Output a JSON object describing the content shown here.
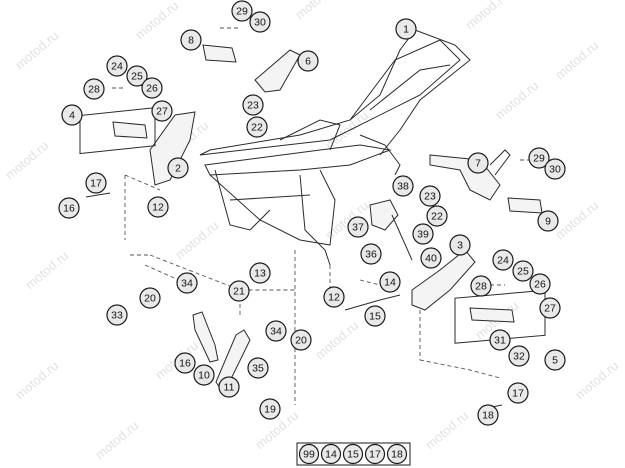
{
  "diagram": {
    "watermark_text": "motod.ru",
    "callouts": [
      {
        "id": "c1",
        "label": "1"
      },
      {
        "id": "c2",
        "label": "2"
      },
      {
        "id": "c3",
        "label": "3"
      },
      {
        "id": "c4",
        "label": "4"
      },
      {
        "id": "c5",
        "label": "5"
      },
      {
        "id": "c6",
        "label": "6"
      },
      {
        "id": "c7",
        "label": "7"
      },
      {
        "id": "c8",
        "label": "8"
      },
      {
        "id": "c9",
        "label": "9"
      },
      {
        "id": "c10",
        "label": "10"
      },
      {
        "id": "c11",
        "label": "11"
      },
      {
        "id": "c12a",
        "label": "12"
      },
      {
        "id": "c12b",
        "label": "12"
      },
      {
        "id": "c13",
        "label": "13"
      },
      {
        "id": "c14",
        "label": "14"
      },
      {
        "id": "c15",
        "label": "15"
      },
      {
        "id": "c16a",
        "label": "16"
      },
      {
        "id": "c16b",
        "label": "16"
      },
      {
        "id": "c17a",
        "label": "17"
      },
      {
        "id": "c17b",
        "label": "17"
      },
      {
        "id": "c18",
        "label": "18"
      },
      {
        "id": "c19",
        "label": "19"
      },
      {
        "id": "c20a",
        "label": "20"
      },
      {
        "id": "c20b",
        "label": "20"
      },
      {
        "id": "c21",
        "label": "21"
      },
      {
        "id": "c22a",
        "label": "22"
      },
      {
        "id": "c22b",
        "label": "22"
      },
      {
        "id": "c23a",
        "label": "23"
      },
      {
        "id": "c23b",
        "label": "23"
      },
      {
        "id": "c24a",
        "label": "24"
      },
      {
        "id": "c24b",
        "label": "24"
      },
      {
        "id": "c25a",
        "label": "25"
      },
      {
        "id": "c25b",
        "label": "25"
      },
      {
        "id": "c26a",
        "label": "26"
      },
      {
        "id": "c26b",
        "label": "26"
      },
      {
        "id": "c27a",
        "label": "27"
      },
      {
        "id": "c27b",
        "label": "27"
      },
      {
        "id": "c28a",
        "label": "28"
      },
      {
        "id": "c28b",
        "label": "28"
      },
      {
        "id": "c29a",
        "label": "29"
      },
      {
        "id": "c29b",
        "label": "29"
      },
      {
        "id": "c30a",
        "label": "30"
      },
      {
        "id": "c30b",
        "label": "30"
      },
      {
        "id": "c31",
        "label": "31"
      },
      {
        "id": "c32",
        "label": "32"
      },
      {
        "id": "c33",
        "label": "33"
      },
      {
        "id": "c34a",
        "label": "34"
      },
      {
        "id": "c34b",
        "label": "34"
      },
      {
        "id": "c35",
        "label": "35"
      },
      {
        "id": "c36",
        "label": "36"
      },
      {
        "id": "c37",
        "label": "37"
      },
      {
        "id": "c38",
        "label": "38"
      },
      {
        "id": "c39",
        "label": "39"
      },
      {
        "id": "c40",
        "label": "40"
      }
    ],
    "kit": {
      "number": "99",
      "contents": [
        "14",
        "15",
        "17",
        "18"
      ]
    }
  }
}
